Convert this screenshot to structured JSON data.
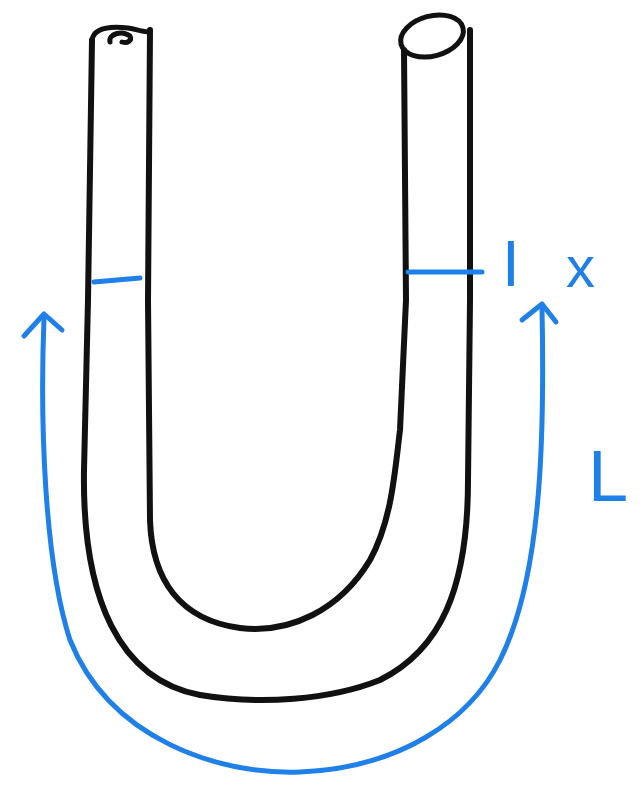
{
  "diagram": {
    "labels": [
      "I",
      "x",
      "L"
    ]
  }
}
